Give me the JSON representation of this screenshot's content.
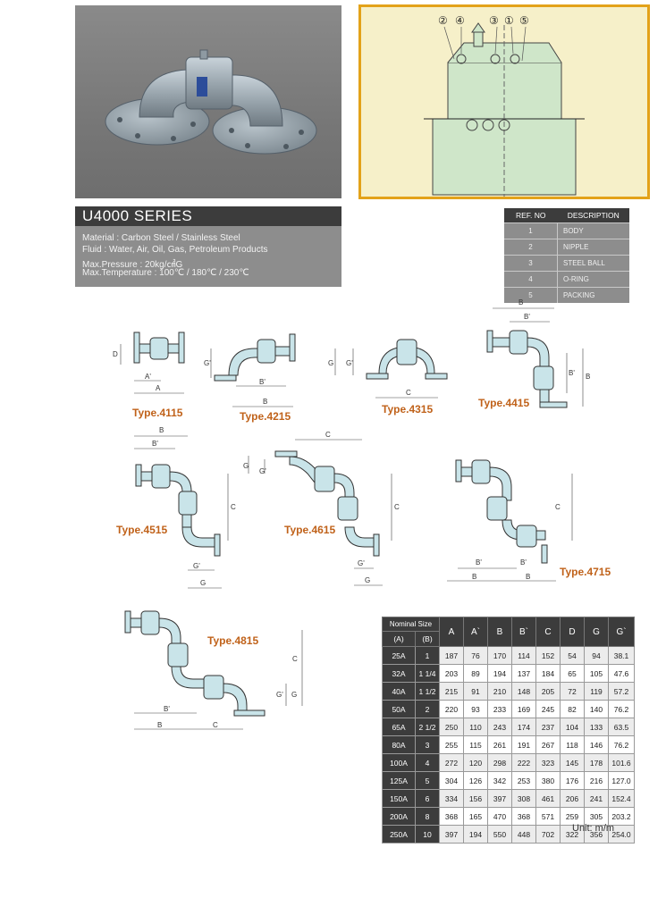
{
  "series": {
    "title": "U4000 SERIES",
    "material": "Material : Carbon Steel / Stainless Steel",
    "fluid": "Fluid : Water, Air, Oil, Gas, Petroleum Products",
    "pressure": "Max.Pressure : 20kg/㎠G",
    "temperature": "Max.Temperature : 100℃ / 180℃ / 230℃"
  },
  "drawing": {
    "callouts": [
      "②",
      "④",
      "③",
      "①",
      "⑤"
    ]
  },
  "ref_table": {
    "headers": [
      "REF. NO",
      "DESCRIPTION"
    ],
    "rows": [
      {
        "no": "1",
        "desc": "BODY"
      },
      {
        "no": "2",
        "desc": "NIPPLE"
      },
      {
        "no": "3",
        "desc": "STEEL BALL"
      },
      {
        "no": "4",
        "desc": "O-RING"
      },
      {
        "no": "5",
        "desc": "PACKING"
      }
    ]
  },
  "types": {
    "t4115": "Type.4115",
    "t4215": "Type.4215",
    "t4315": "Type.4315",
    "t4415": "Type.4415",
    "t4515": "Type.4515",
    "t4615": "Type.4615",
    "t4715": "Type.4715",
    "t4815": "Type.4815"
  },
  "dims": {
    "A": "A",
    "Ap": "A'",
    "B": "B",
    "Bp": "B'",
    "C": "C",
    "D": "D",
    "G": "G",
    "Gp": "G'"
  },
  "dim_table": {
    "size_head": "Nominal Size",
    "sub_a": "(A)",
    "sub_b": "(B)",
    "columns": [
      "A",
      "A`",
      "B",
      "B`",
      "C",
      "D",
      "G",
      "G`"
    ],
    "rows": [
      {
        "a": "25A",
        "b": "1",
        "v": [
          "187",
          "76",
          "170",
          "114",
          "152",
          "54",
          "94",
          "38.1"
        ]
      },
      {
        "a": "32A",
        "b": "1 1/4",
        "v": [
          "203",
          "89",
          "194",
          "137",
          "184",
          "65",
          "105",
          "47.6"
        ]
      },
      {
        "a": "40A",
        "b": "1 1/2",
        "v": [
          "215",
          "91",
          "210",
          "148",
          "205",
          "72",
          "119",
          "57.2"
        ]
      },
      {
        "a": "50A",
        "b": "2",
        "v": [
          "220",
          "93",
          "233",
          "169",
          "245",
          "82",
          "140",
          "76.2"
        ]
      },
      {
        "a": "65A",
        "b": "2 1/2",
        "v": [
          "250",
          "110",
          "243",
          "174",
          "237",
          "104",
          "133",
          "63.5"
        ]
      },
      {
        "a": "80A",
        "b": "3",
        "v": [
          "255",
          "115",
          "261",
          "191",
          "267",
          "118",
          "146",
          "76.2"
        ]
      },
      {
        "a": "100A",
        "b": "4",
        "v": [
          "272",
          "120",
          "298",
          "222",
          "323",
          "145",
          "178",
          "101.6"
        ]
      },
      {
        "a": "125A",
        "b": "5",
        "v": [
          "304",
          "126",
          "342",
          "253",
          "380",
          "176",
          "216",
          "127.0"
        ]
      },
      {
        "a": "150A",
        "b": "6",
        "v": [
          "334",
          "156",
          "397",
          "308",
          "461",
          "206",
          "241",
          "152.4"
        ]
      },
      {
        "a": "200A",
        "b": "8",
        "v": [
          "368",
          "165",
          "470",
          "368",
          "571",
          "259",
          "305",
          "203.2"
        ]
      },
      {
        "a": "250A",
        "b": "10",
        "v": [
          "397",
          "194",
          "550",
          "448",
          "702",
          "322",
          "356",
          "254.0"
        ]
      }
    ],
    "unit": "Unit: m/m"
  }
}
